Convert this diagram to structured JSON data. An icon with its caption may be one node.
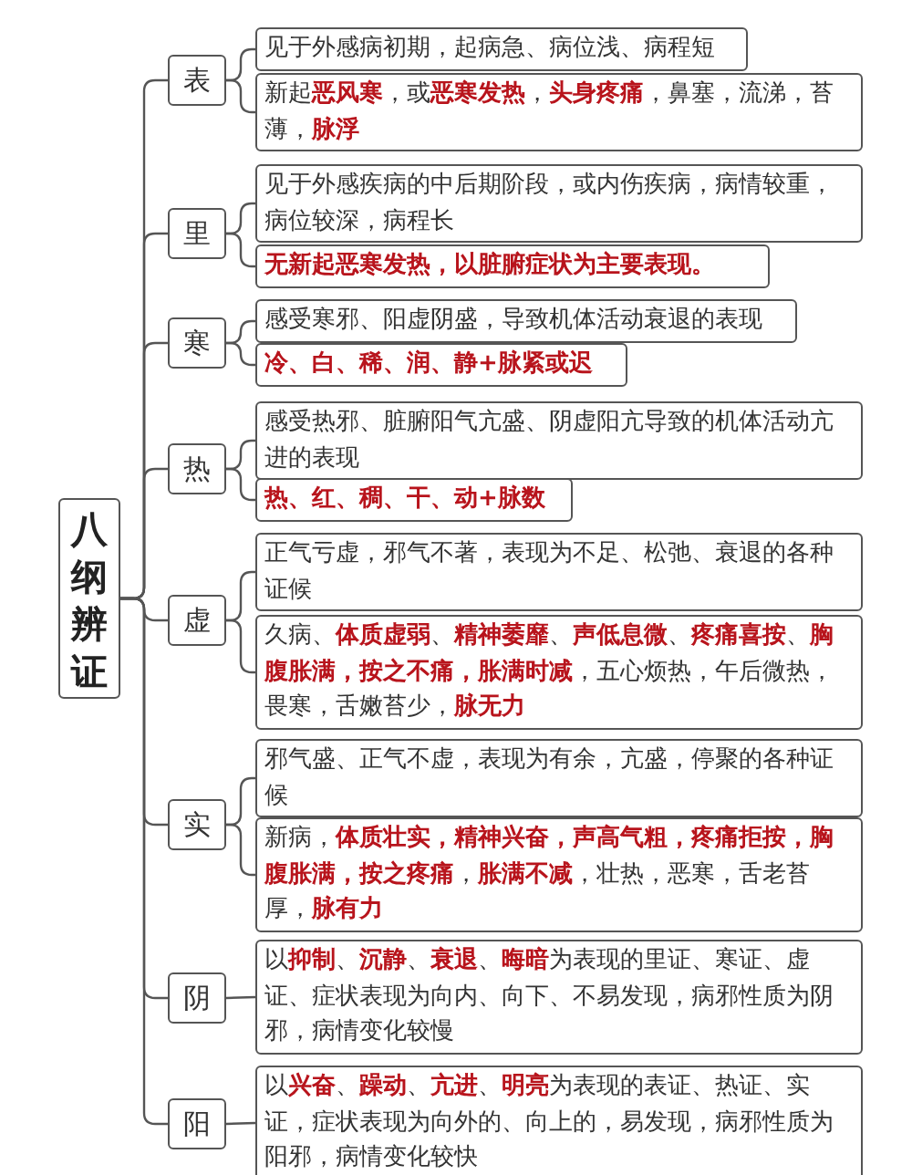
{
  "diagram": {
    "nodes": [
      {
        "text": [
          "八纲辨证"
        ]
      },
      {
        "text": [
          "表"
        ]
      },
      {
        "text": [
          "见于外感病初期，起病急、病位浅、病程短"
        ]
      },
      {
        "text": [
          "新起**恶风寒**，或**恶寒发热**，**头身疼痛**，鼻塞，流涕，苔薄，**脉浮**"
        ]
      },
      {
        "text": [
          "里"
        ]
      },
      {
        "text": [
          "见于外感疾病的中后期阶段，或内伤疾病，病情较重，病位较深，病程长"
        ]
      },
      {
        "text": [
          "无新起恶寒发热，以脏腑症状为主要表现。"
        ]
      },
      {
        "text": [
          "寒"
        ]
      },
      {
        "text": [
          "感受寒邪、阳虚阴盛，导致机体活动衰退的表现"
        ]
      },
      {
        "text": [
          "冷、白、稀、润、静+脉紧或迟"
        ]
      },
      {
        "text": [
          "热"
        ]
      },
      {
        "text": [
          "感受热邪、脏腑阳气亢盛、阴虚阳亢导致的机体活动亢进的表现"
        ]
      },
      {
        "text": [
          "热、红、稠、干、动+脉数"
        ]
      },
      {
        "text": [
          "虚"
        ]
      },
      {
        "text": [
          "正气亏虚，邪气不著，表现为不足、松弛、衰退的各种证候"
        ]
      },
      {
        "text": [
          "久病、**体质虚弱**、**精神萎靡**、**声低息微**、**疼痛喜按**、**胸腹胀满，按之不痛，胀满时减**，五心烦热，午后微热，畏寒，舌嫩苔少，**脉无力**"
        ]
      },
      {
        "text": [
          "实"
        ]
      },
      {
        "text": [
          "邪气盛、正气不虚，表现为有余，亢盛，停聚的各种证候"
        ]
      },
      {
        "text": [
          "新病，**体质壮实，精神兴奋，声高气粗，疼痛拒按，胸腹胀满，按之疼痛**，**胀满不减**，壮热，恶寒，舌老苔厚，**脉有力**"
        ]
      },
      {
        "text": [
          "阴"
        ]
      },
      {
        "text": [
          "以**抑制**、**沉静**、**衰退**、**晦暗**为表现的里证、寒证、虚证、症状表现为向内、向下、不易发现，病邪性质为阴邪，病情变化较慢"
        ]
      },
      {
        "text": [
          "阳"
        ]
      },
      {
        "text": [
          "以**兴奋**、**躁动**、**亢进**、**明亮**为表现的表证、热证、实证，症状表现为向外的、向上的，易发现，病邪性质为阳邪，病情变化较快"
        ]
      }
    ],
    "edges": [
      {
        "from": 0,
        "to": 1,
        "arrow": "none"
      },
      {
        "from": 0,
        "to": 4,
        "arrow": "none"
      },
      {
        "from": 0,
        "to": 7,
        "arrow": "none"
      },
      {
        "from": 0,
        "to": 10,
        "arrow": "none"
      },
      {
        "from": 0,
        "to": 13,
        "arrow": "none"
      },
      {
        "from": 0,
        "to": 16,
        "arrow": "none"
      },
      {
        "from": 0,
        "to": 19,
        "arrow": "none"
      },
      {
        "from": 0,
        "to": 21,
        "arrow": "none"
      },
      {
        "from": 1,
        "to": 2,
        "arrow": "none"
      },
      {
        "from": 1,
        "to": 3,
        "arrow": "none"
      },
      {
        "from": 4,
        "to": 5,
        "arrow": "none"
      },
      {
        "from": 4,
        "to": 6,
        "arrow": "none"
      },
      {
        "from": 7,
        "to": 8,
        "arrow": "none"
      },
      {
        "from": 7,
        "to": 9,
        "arrow": "none"
      },
      {
        "from": 10,
        "to": 11,
        "arrow": "none"
      },
      {
        "from": 10,
        "to": 12,
        "arrow": "none"
      },
      {
        "from": 13,
        "to": 14,
        "arrow": "none"
      },
      {
        "from": 13,
        "to": 15,
        "arrow": "none"
      },
      {
        "from": 16,
        "to": 17,
        "arrow": "none"
      },
      {
        "from": 16,
        "to": 18,
        "arrow": "none"
      },
      {
        "from": 19,
        "to": 20,
        "arrow": "none"
      },
      {
        "from": 21,
        "to": 22,
        "arrow": "none"
      }
    ]
  }
}
